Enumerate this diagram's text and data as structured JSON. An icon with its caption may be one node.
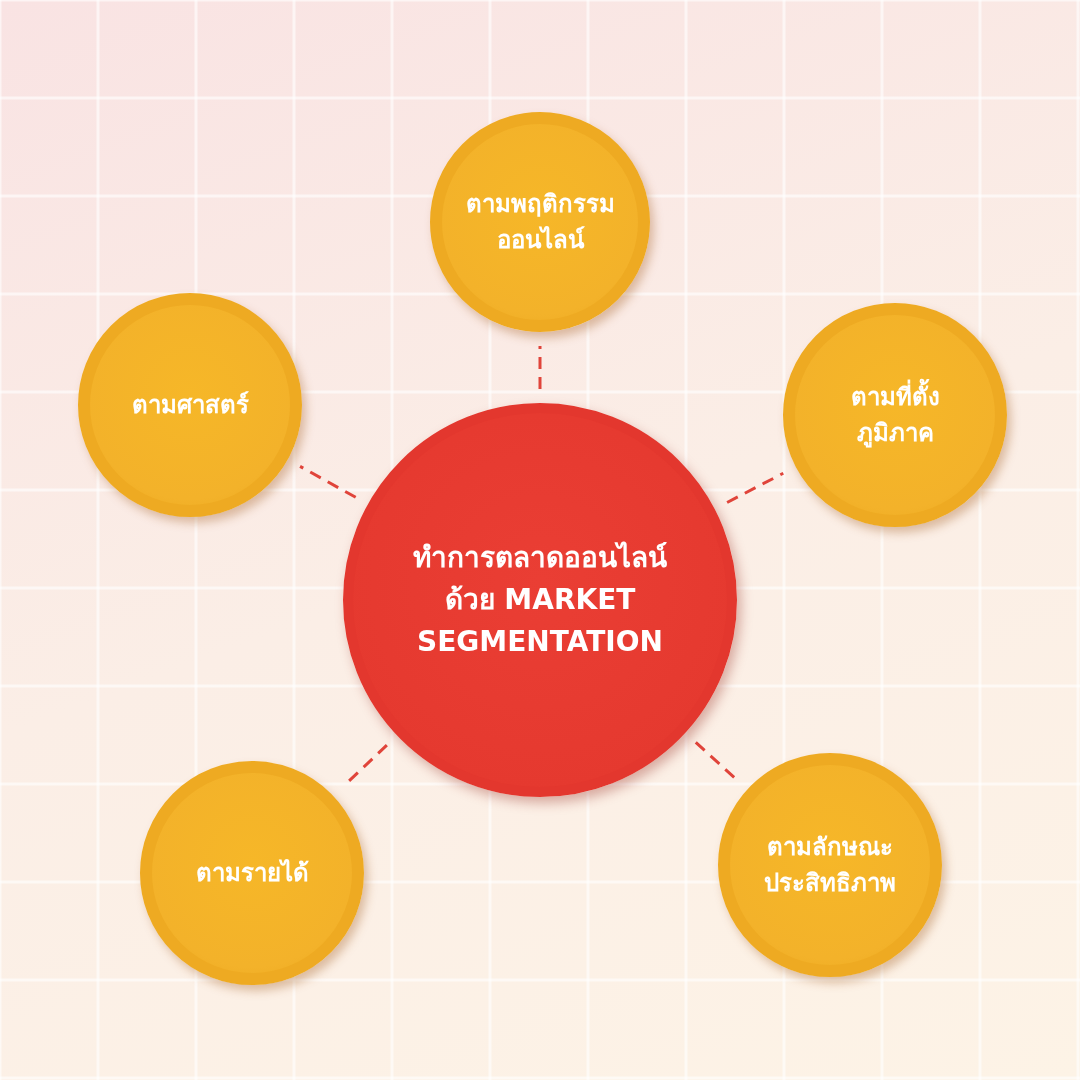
{
  "diagram": {
    "nodes": [
      {
        "text": [
          "ทำการตลาดออนไลน์ด้วย MARKET SEGMENTATION"
        ]
      },
      {
        "text": [
          "ตามพฤติกรรมออนไลน์"
        ]
      },
      {
        "text": [
          "ตามศาสตร์"
        ]
      },
      {
        "text": [
          "ตามที่ตั้งภูมิภาค"
        ]
      },
      {
        "text": [
          "ตามรายได้"
        ]
      },
      {
        "text": [
          "ตามลักษณะประสิทธิภาพ"
        ]
      }
    ],
    "edges": [
      {
        "from": 0,
        "to": 1,
        "arrow": "none",
        "style": "dashed"
      },
      {
        "from": 0,
        "to": 2,
        "arrow": "none",
        "style": "dashed"
      },
      {
        "from": 0,
        "to": 3,
        "arrow": "none",
        "style": "dashed"
      },
      {
        "from": 0,
        "to": 4,
        "arrow": "none",
        "style": "dashed"
      },
      {
        "from": 0,
        "to": 5,
        "arrow": "none",
        "style": "dashed"
      }
    ]
  }
}
